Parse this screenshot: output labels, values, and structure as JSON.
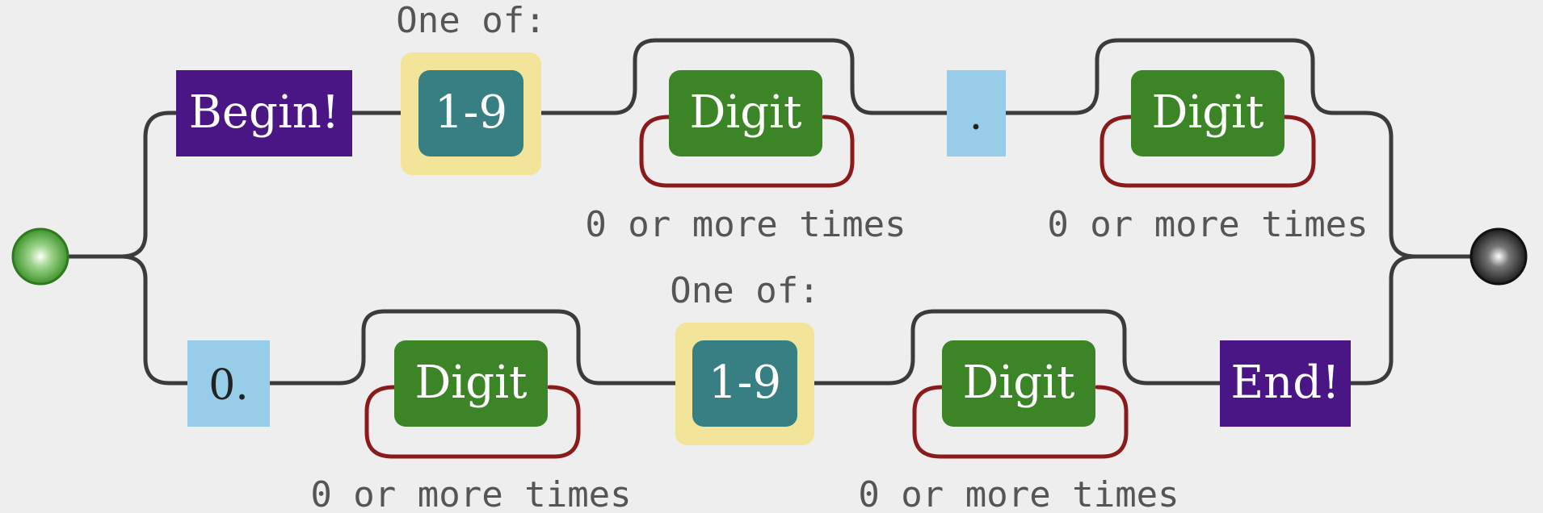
{
  "colors": {
    "background": "#eeeeee",
    "wire": "#3b3b3b",
    "loop": "#8b1a1a",
    "begin_end": "#4a1685",
    "literal": "#97cde8",
    "digit": "#3b8526",
    "range": "#377f82",
    "one_of_bg": "#f2e59a",
    "start_node": "#3f9a2c",
    "end_node": "#222222"
  },
  "top_path": {
    "begin_label": "Begin!",
    "one_of_label": "One of:",
    "range_label": "1-9",
    "digit1_label": "Digit",
    "repeat1_label": "0 or more times",
    "dot_label": ".",
    "digit2_label": "Digit",
    "repeat2_label": "0 or more times"
  },
  "bottom_path": {
    "zero_label": "0.",
    "digit1_label": "Digit",
    "repeat1_label": "0 or more times",
    "one_of_label": "One of:",
    "range_label": "1-9",
    "digit2_label": "Digit",
    "repeat2_label": "0 or more times",
    "end_label": "End!"
  },
  "nodes": {
    "start": "start-node",
    "end": "end-node"
  }
}
